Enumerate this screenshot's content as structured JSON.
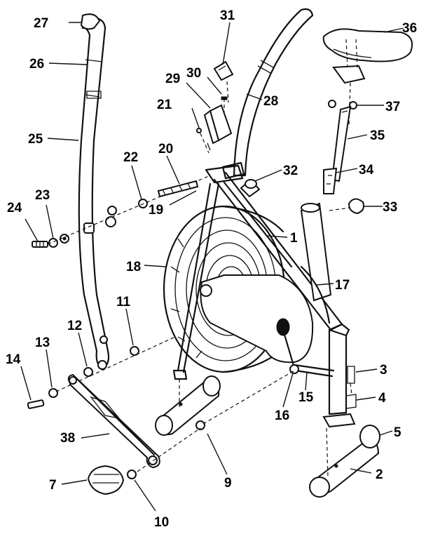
{
  "callouts": [
    {
      "id": "27",
      "label": "27"
    },
    {
      "id": "26",
      "label": "26"
    },
    {
      "id": "25",
      "label": "25"
    },
    {
      "id": "24",
      "label": "24"
    },
    {
      "id": "23",
      "label": "23"
    },
    {
      "id": "22",
      "label": "22"
    },
    {
      "id": "20",
      "label": "20"
    },
    {
      "id": "21",
      "label": "21"
    },
    {
      "id": "19",
      "label": "19"
    },
    {
      "id": "29",
      "label": "29"
    },
    {
      "id": "30",
      "label": "30"
    },
    {
      "id": "31",
      "label": "31"
    },
    {
      "id": "28",
      "label": "28"
    },
    {
      "id": "32",
      "label": "32"
    },
    {
      "id": "36",
      "label": "36"
    },
    {
      "id": "37",
      "label": "37"
    },
    {
      "id": "35",
      "label": "35"
    },
    {
      "id": "34",
      "label": "34"
    },
    {
      "id": "33",
      "label": "33"
    },
    {
      "id": "1",
      "label": "1"
    },
    {
      "id": "17",
      "label": "17"
    },
    {
      "id": "18",
      "label": "18"
    },
    {
      "id": "11",
      "label": "11"
    },
    {
      "id": "12",
      "label": "12"
    },
    {
      "id": "13",
      "label": "13"
    },
    {
      "id": "14",
      "label": "14"
    },
    {
      "id": "3",
      "label": "3"
    },
    {
      "id": "4",
      "label": "4"
    },
    {
      "id": "15",
      "label": "15"
    },
    {
      "id": "16",
      "label": "16"
    },
    {
      "id": "5",
      "label": "5"
    },
    {
      "id": "2",
      "label": "2"
    },
    {
      "id": "38",
      "label": "38"
    },
    {
      "id": "9",
      "label": "9"
    },
    {
      "id": "7",
      "label": "7"
    },
    {
      "id": "10",
      "label": "10"
    }
  ]
}
